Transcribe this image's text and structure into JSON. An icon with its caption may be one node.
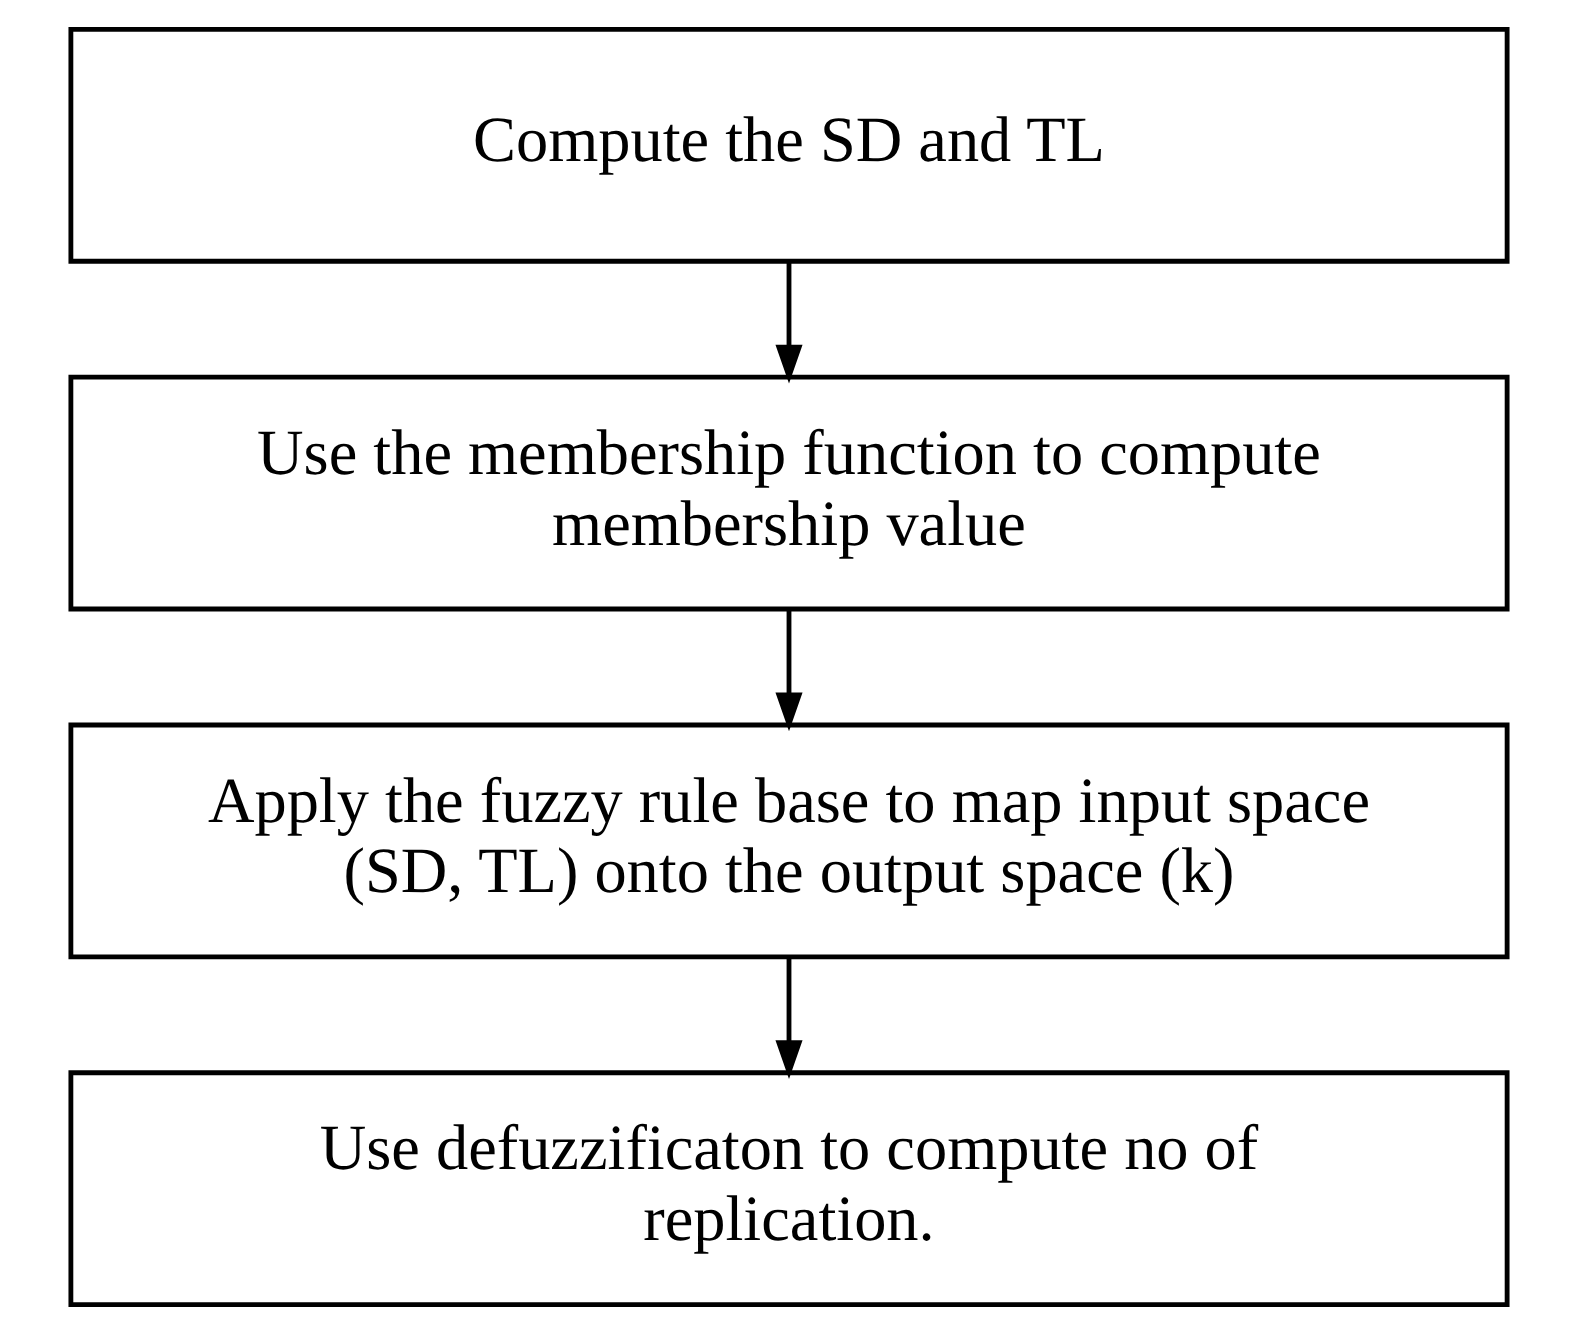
{
  "diagram": {
    "nodes": [
      {
        "text": [
          "Compute the SD and TL"
        ]
      },
      {
        "text": [
          "Use the membership function to compute membership value"
        ]
      },
      {
        "text": [
          "Apply the fuzzy rule base to map input space (SD, TL) onto the output space (k)"
        ]
      },
      {
        "text": [
          "Use defuzzificaton to compute no of replication."
        ]
      }
    ],
    "edges": [
      {
        "from": 0,
        "to": 1,
        "arrow": "to"
      },
      {
        "from": 1,
        "to": 2,
        "arrow": "to"
      },
      {
        "from": 2,
        "to": 3,
        "arrow": "to"
      }
    ]
  }
}
